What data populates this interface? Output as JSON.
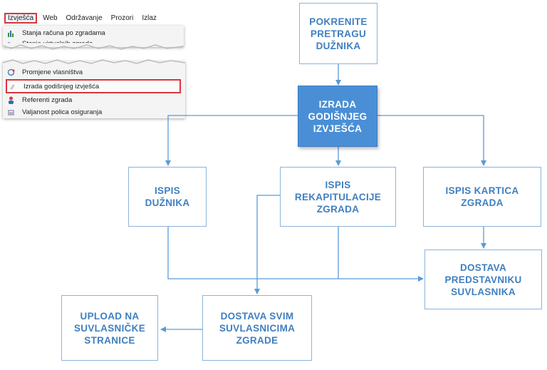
{
  "menu": {
    "bar_items": [
      "Izvješća",
      "Web",
      "Održavanje",
      "Prozori",
      "Izlaz"
    ],
    "top_items": [
      "Stanja računa po zgradama",
      "Stanja virtualnih zgrade"
    ],
    "bottom_items": [
      "Promjene vlasništva",
      "Izrada godišnjeg izvješća",
      "Referenti zgrada",
      "Valjanost polica osiguranja"
    ],
    "highlight_color": "#d9363e"
  },
  "flow": {
    "start": "POKRENITE\nPRETRAGU\nDUŽNIKA",
    "main": "IZRADA\nGODIŠNJEG\nIZVJEŠĆA",
    "ispis_duznika": "ISPIS\nDUŽNIKA",
    "ispis_rekap": "ISPIS\nREKAPITULACIJE\nZGRADA",
    "ispis_kartica": "ISPIS KARTICA\nZGRADA",
    "dostava_predstavniku": "DOSTAVA\nPREDSTAVNIKU\nSUVLASNIKA",
    "dostava_svim": "DOSTAVA SVIM\nSUVLASNICIMA\nZGRADE",
    "upload": "UPLOAD NA\nSUVLASNIČKE\nSTRANICE",
    "box_text_color": "#3f7fc0",
    "main_fill": "#4a8fd6",
    "line_color": "#5a9bd5"
  }
}
